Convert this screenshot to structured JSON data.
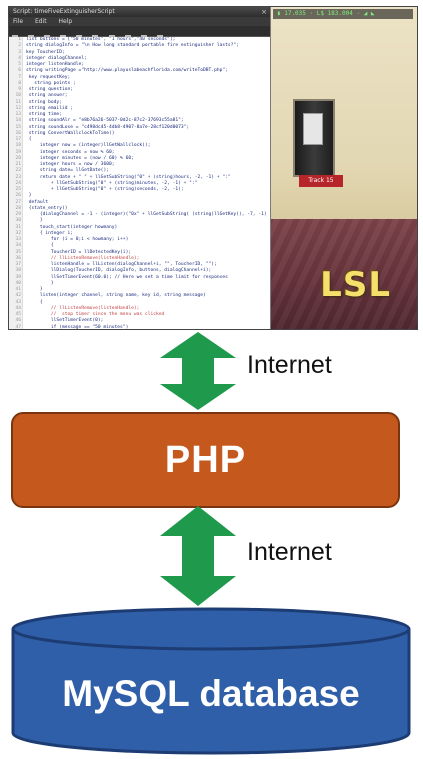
{
  "screenshot": {
    "window_title": "Script: timeFiveExtinguisherScript",
    "menu": [
      "File",
      "Edit",
      "Help"
    ],
    "hud_text": "▮ 17.035 · L$ 183.004 · ◢ ◣",
    "sign_text": "Track 15",
    "lsl_label": "LSL",
    "code_lines": [
      "list buttons = [\"50 minutes\", \"1 hours\",\"40 seconds\"];",
      "string dialogInfo = \"\\n How long standard portable fire extinguisher lasts?\";",
      "key ToucherID;",
      "integer dialogChannel;",
      "integer listenHandle;",
      "string writingPage =\"http://www.playuslabeachflorida.com/writeToDBT.php\";",
      " key requestKey;",
      "   string points ;",
      " string question;",
      " string answer;",
      " string body;",
      " string emailid ;",
      " string time;",
      " string soundAlr = \"e8b76a26-5037-0d2c-87c2-37693c55a81\";",
      " string soundLose = \"c498dc45-4db8-4907-8a7e-28cf120d0073\";",
      " string ConvertWallclockToTime()",
      " {",
      "     integer now = (integer)llGetWallclock();",
      "     integer seconds = now % 60;",
      "     integer minutes = (now / 60) % 60;",
      "     integer hours = now / 3600;",
      "     string date= llGetDate();",
      "     return date + \" \" + llGetSubString(\"0\" + (string)hours, -2, -1) + \":\"",
      "         + llGetSubString(\"0\" + (string)minutes, -2, -1) + \":\"",
      "         + llGetSubString(\"0\" + (string)seconds, -2, -1);",
      " }",
      " default",
      " {state_entry()",
      "     {dialogChannel = -1 - (integer)(\"0x\" + llGetSubString( (string)llGetKey(), -7, -1) );",
      "     }",
      "     touch_start(integer howmany)",
      "     { integer i;",
      "         for (i = 0;i < howmany; i++)",
      "         {",
      "         ToucherID = llDetectedKey(i);",
      "         // llListenRemove(listenHandle);",
      "         listenHandle = llListen(dialogChannel+i, \"\", ToucherID, \"\");",
      "         llDialog(ToucherID, dialogInfo, buttons, dialogChannel+i);",
      "         llSetTimerEvent(60.0); // Here we set a time limit for responses",
      "         }",
      "     }",
      "     listen(integer channel, string name, key id, string message)",
      "     {",
      "         // llListenRemove(listenHandle);",
      "         //  stop timer since the menu was clicked",
      "         llSetTimerEvent(0);",
      "         if (message == \"50 minutes\")"
    ]
  },
  "labels": {
    "internet_top": "Internet",
    "internet_bottom": "Internet",
    "php": "PHP",
    "database": "MySQL database"
  },
  "colors": {
    "arrow": "#1f9a4c",
    "php_fill": "#c5581c",
    "php_border": "#7a3510",
    "db_fill": "#2f5fa8",
    "db_border": "#1c3c73",
    "lsl_text": "#f4e06a"
  }
}
